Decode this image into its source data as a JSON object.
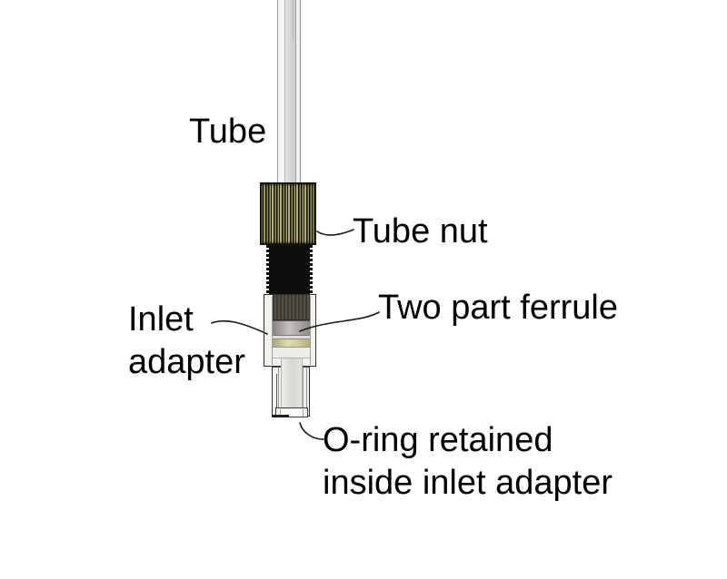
{
  "labels": {
    "tube": "Tube",
    "tube_nut": "Tube nut",
    "two_part_ferrule": "Two part ferrule",
    "inlet_adapter": {
      "line1": "Inlet",
      "line2": "adapter"
    },
    "o_ring": {
      "line1": "O-ring retained",
      "line2": "inside inlet adapter"
    }
  },
  "colors": {
    "background": "#ffffff",
    "label_text": "#000000",
    "leader_line": "#1a1a1a",
    "knurl_olive": "#a9a552",
    "knurl_black": "#10100a",
    "thread_black": "#0d0d0b",
    "ferrule_khaki": "#dddcad",
    "adapter_body": "#f3f2ef",
    "outline": "#2f2f2b"
  }
}
